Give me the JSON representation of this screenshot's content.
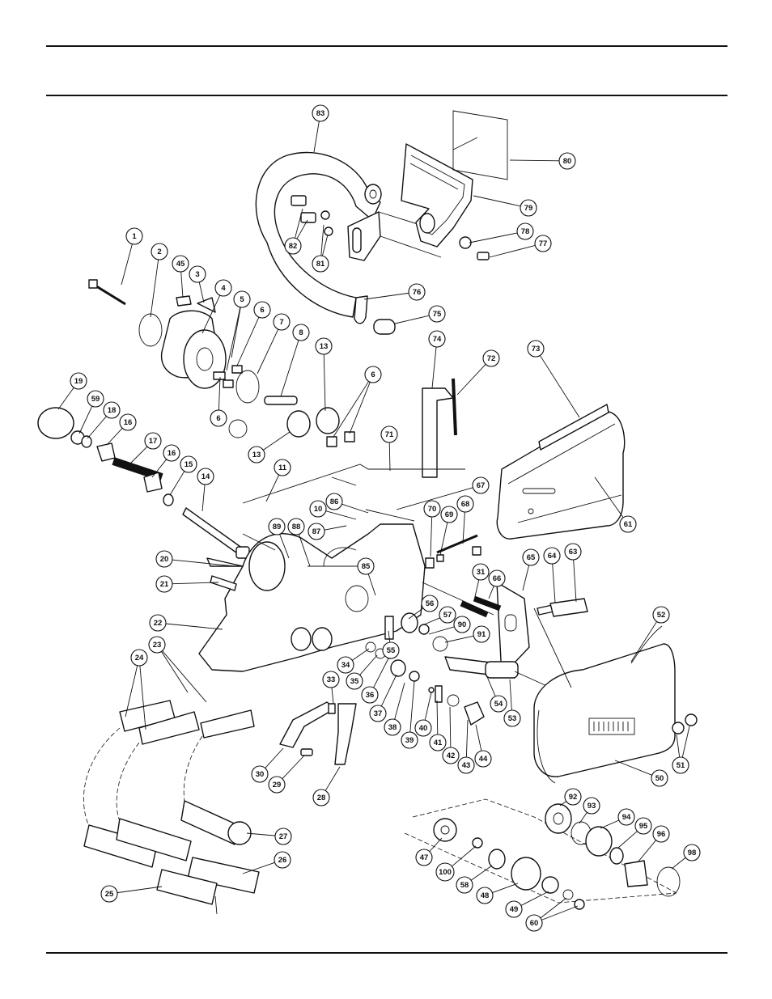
{
  "callouts": [
    {
      "id": "1",
      "label": "1"
    },
    {
      "id": "2",
      "label": "2"
    },
    {
      "id": "45",
      "label": "45"
    },
    {
      "id": "3",
      "label": "3"
    },
    {
      "id": "4",
      "label": "4"
    },
    {
      "id": "5",
      "label": "5"
    },
    {
      "id": "6a",
      "label": "6"
    },
    {
      "id": "7",
      "label": "7"
    },
    {
      "id": "8",
      "label": "8"
    },
    {
      "id": "13a",
      "label": "13"
    },
    {
      "id": "6b",
      "label": "6"
    },
    {
      "id": "6c",
      "label": "6"
    },
    {
      "id": "13b",
      "label": "13"
    },
    {
      "id": "19",
      "label": "19"
    },
    {
      "id": "59",
      "label": "59"
    },
    {
      "id": "18",
      "label": "18"
    },
    {
      "id": "16a",
      "label": "16"
    },
    {
      "id": "17",
      "label": "17"
    },
    {
      "id": "16b",
      "label": "16"
    },
    {
      "id": "15",
      "label": "15"
    },
    {
      "id": "14",
      "label": "14"
    },
    {
      "id": "11",
      "label": "11"
    },
    {
      "id": "86",
      "label": "86"
    },
    {
      "id": "10",
      "label": "10"
    },
    {
      "id": "87",
      "label": "87"
    },
    {
      "id": "89",
      "label": "89"
    },
    {
      "id": "88",
      "label": "88"
    },
    {
      "id": "20",
      "label": "20"
    },
    {
      "id": "21",
      "label": "21"
    },
    {
      "id": "22",
      "label": "22"
    },
    {
      "id": "24",
      "label": "24"
    },
    {
      "id": "23",
      "label": "23"
    },
    {
      "id": "83",
      "label": "83"
    },
    {
      "id": "80",
      "label": "80"
    },
    {
      "id": "79",
      "label": "79"
    },
    {
      "id": "78",
      "label": "78"
    },
    {
      "id": "77",
      "label": "77"
    },
    {
      "id": "82",
      "label": "82"
    },
    {
      "id": "81",
      "label": "81"
    },
    {
      "id": "76",
      "label": "76"
    },
    {
      "id": "75",
      "label": "75"
    },
    {
      "id": "74",
      "label": "74"
    },
    {
      "id": "72",
      "label": "72"
    },
    {
      "id": "73",
      "label": "73"
    },
    {
      "id": "71",
      "label": "71"
    },
    {
      "id": "61",
      "label": "61"
    },
    {
      "id": "67",
      "label": "67"
    },
    {
      "id": "70",
      "label": "70"
    },
    {
      "id": "69",
      "label": "69"
    },
    {
      "id": "68",
      "label": "68"
    },
    {
      "id": "65",
      "label": "65"
    },
    {
      "id": "64",
      "label": "64"
    },
    {
      "id": "63",
      "label": "63"
    },
    {
      "id": "85",
      "label": "85"
    },
    {
      "id": "31",
      "label": "31"
    },
    {
      "id": "66",
      "label": "66"
    },
    {
      "id": "52",
      "label": "52"
    },
    {
      "id": "56",
      "label": "56"
    },
    {
      "id": "57",
      "label": "57"
    },
    {
      "id": "90",
      "label": "90"
    },
    {
      "id": "91",
      "label": "91"
    },
    {
      "id": "55",
      "label": "55"
    },
    {
      "id": "34",
      "label": "34"
    },
    {
      "id": "35",
      "label": "35"
    },
    {
      "id": "36",
      "label": "36"
    },
    {
      "id": "37",
      "label": "37"
    },
    {
      "id": "38",
      "label": "38"
    },
    {
      "id": "39",
      "label": "39"
    },
    {
      "id": "40",
      "label": "40"
    },
    {
      "id": "41",
      "label": "41"
    },
    {
      "id": "42",
      "label": "42"
    },
    {
      "id": "43",
      "label": "43"
    },
    {
      "id": "44",
      "label": "44"
    },
    {
      "id": "54",
      "label": "54"
    },
    {
      "id": "53",
      "label": "53"
    },
    {
      "id": "33",
      "label": "33"
    },
    {
      "id": "30",
      "label": "30"
    },
    {
      "id": "29",
      "label": "29"
    },
    {
      "id": "28",
      "label": "28"
    },
    {
      "id": "51",
      "label": "51"
    },
    {
      "id": "50",
      "label": "50"
    },
    {
      "id": "27",
      "label": "27"
    },
    {
      "id": "26",
      "label": "26"
    },
    {
      "id": "25",
      "label": "25"
    },
    {
      "id": "92",
      "label": "92"
    },
    {
      "id": "93",
      "label": "93"
    },
    {
      "id": "94",
      "label": "94"
    },
    {
      "id": "95",
      "label": "95"
    },
    {
      "id": "96",
      "label": "96"
    },
    {
      "id": "98",
      "label": "98"
    },
    {
      "id": "47",
      "label": "47"
    },
    {
      "id": "100",
      "label": "100"
    },
    {
      "id": "58",
      "label": "58"
    },
    {
      "id": "48",
      "label": "48"
    },
    {
      "id": "49",
      "label": "49"
    },
    {
      "id": "60",
      "label": "60"
    }
  ]
}
